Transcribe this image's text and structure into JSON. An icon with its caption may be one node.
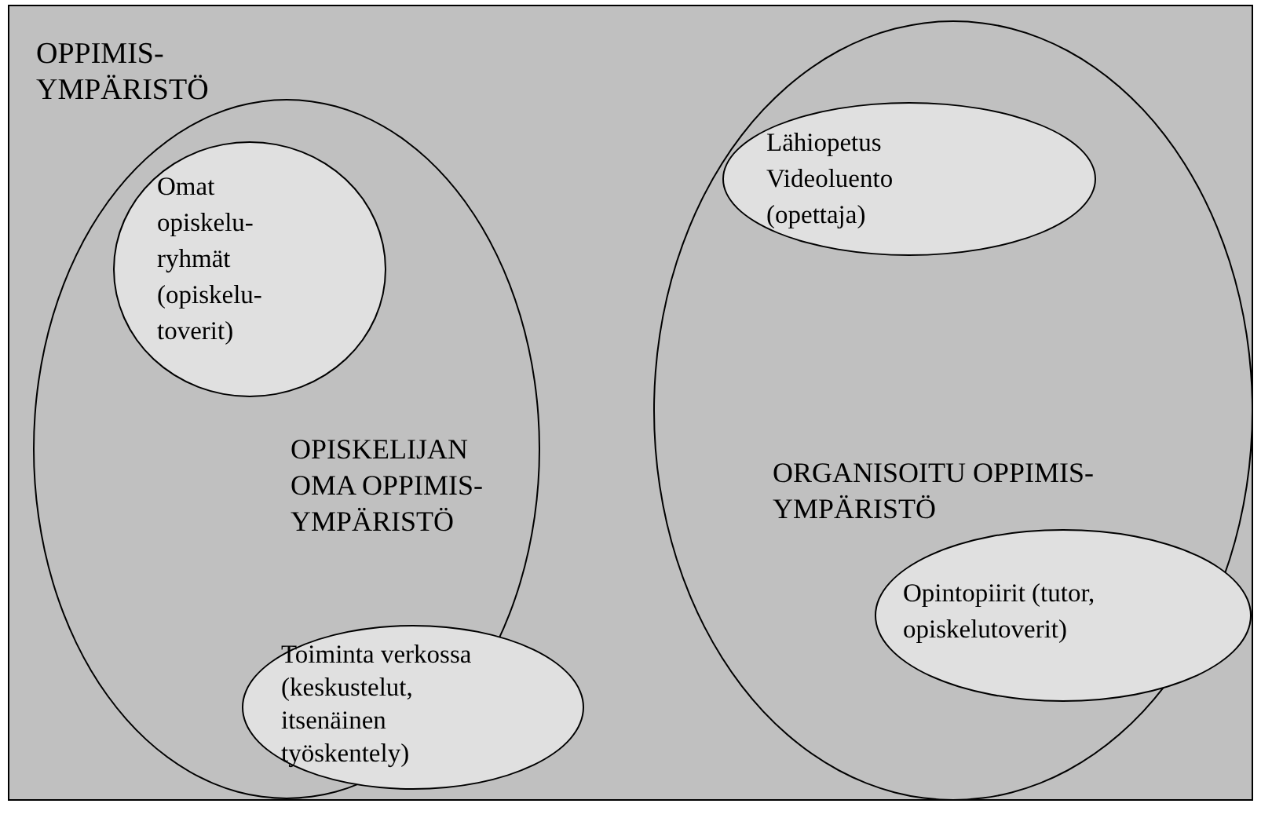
{
  "diagram": {
    "nodes": [
      {
        "text": [
          "OPPIMIS- YMPÄRISTÖ"
        ]
      },
      {
        "text": [
          "OPISKELIJAN OMA OPPIMIS- YMPÄRISTÖ"
        ],
        "in": 0
      },
      {
        "text": [
          "Omat opiskelu- ryhmät (opiskelu- toverit)"
        ],
        "in": 1
      },
      {
        "text": [
          "Toiminta verkossa (keskustelut, itsenäinen työskentely)"
        ],
        "in": 1
      },
      {
        "text": [
          "ORGANISOITU OPPIMIS- YMPÄRISTÖ"
        ],
        "in": 0
      },
      {
        "text": [
          "Lähiopetus Videoluento (opettaja)"
        ],
        "in": 4
      },
      {
        "text": [
          "Opintopiirit (tutor, opiskelutoverit)"
        ],
        "in": 4
      }
    ]
  }
}
